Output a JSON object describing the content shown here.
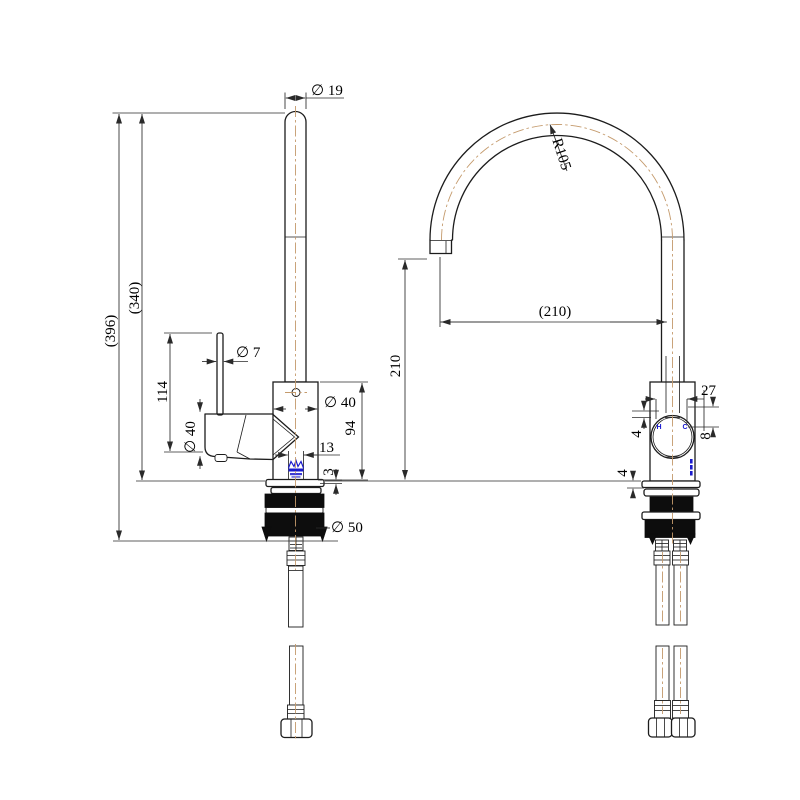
{
  "left_view": {
    "dims": {
      "spout_tube_diameter": "∅ 19",
      "overall_height": "(396)",
      "spout_height_ref": "(340)",
      "handle_top_height": "114",
      "lever_diameter": "∅ 7",
      "handle_diameter": "∅ 40",
      "body_diameter": "∅ 40",
      "body_height": "94",
      "aerator_width": "13",
      "aerator_protrusion": "3",
      "escutcheon_diameter": "∅ 50"
    }
  },
  "right_view": {
    "dims": {
      "bend_radius": "R105",
      "spout_reach": "(210)",
      "outlet_height": "210",
      "cartridge_width": "27",
      "top_gap": "4",
      "indicator_offset": "8",
      "deck_plate_thickness": "4"
    },
    "markings": {
      "hot": "H",
      "cold": "C"
    }
  },
  "colors": {
    "line": "#1c1c1c",
    "centerline": "#c49a6c",
    "accent_blue": "#1a1acc"
  }
}
